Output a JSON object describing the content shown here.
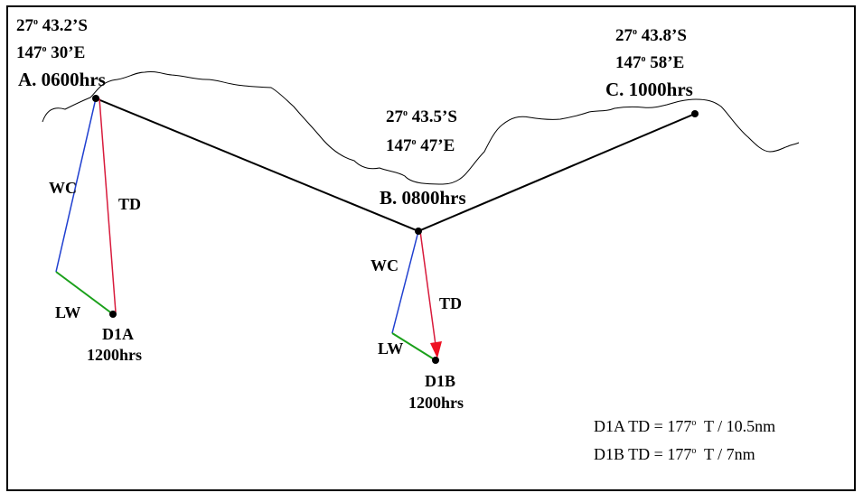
{
  "points": {
    "A": {
      "lat": "27",
      "lat_min": "43.2’S",
      "lon": "147",
      "lon_min": "30’E",
      "label": "A. 0600hrs"
    },
    "B": {
      "lat": "27",
      "lat_min": "43.5’S",
      "lon": "147",
      "lon_min": "47’E",
      "label": "B. 0800hrs"
    },
    "C": {
      "lat": "27",
      "lat_min": "43.8’S",
      "lon": "147",
      "lon_min": "58’E",
      "label": "C. 1000hrs"
    }
  },
  "degree_symbol": "o",
  "vector_labels": {
    "wc": "WC",
    "td": "TD",
    "lw": "LW"
  },
  "drift_points": {
    "d1a": {
      "name": "D1A",
      "time": "1200hrs"
    },
    "d1b": {
      "name": "D1B",
      "time": "1200hrs"
    }
  },
  "results": {
    "d1a": {
      "prefix": "D1A TD = 177",
      "suffix": "T / 10.5nm"
    },
    "d1b": {
      "prefix": "D1B TD = 177",
      "suffix": "T / 7nm"
    }
  },
  "colors": {
    "wc": "#1f3fd0",
    "td": "#d81b3c",
    "lw": "#1aa01a",
    "track": "#000000",
    "arrowhead": "#ee1122"
  }
}
